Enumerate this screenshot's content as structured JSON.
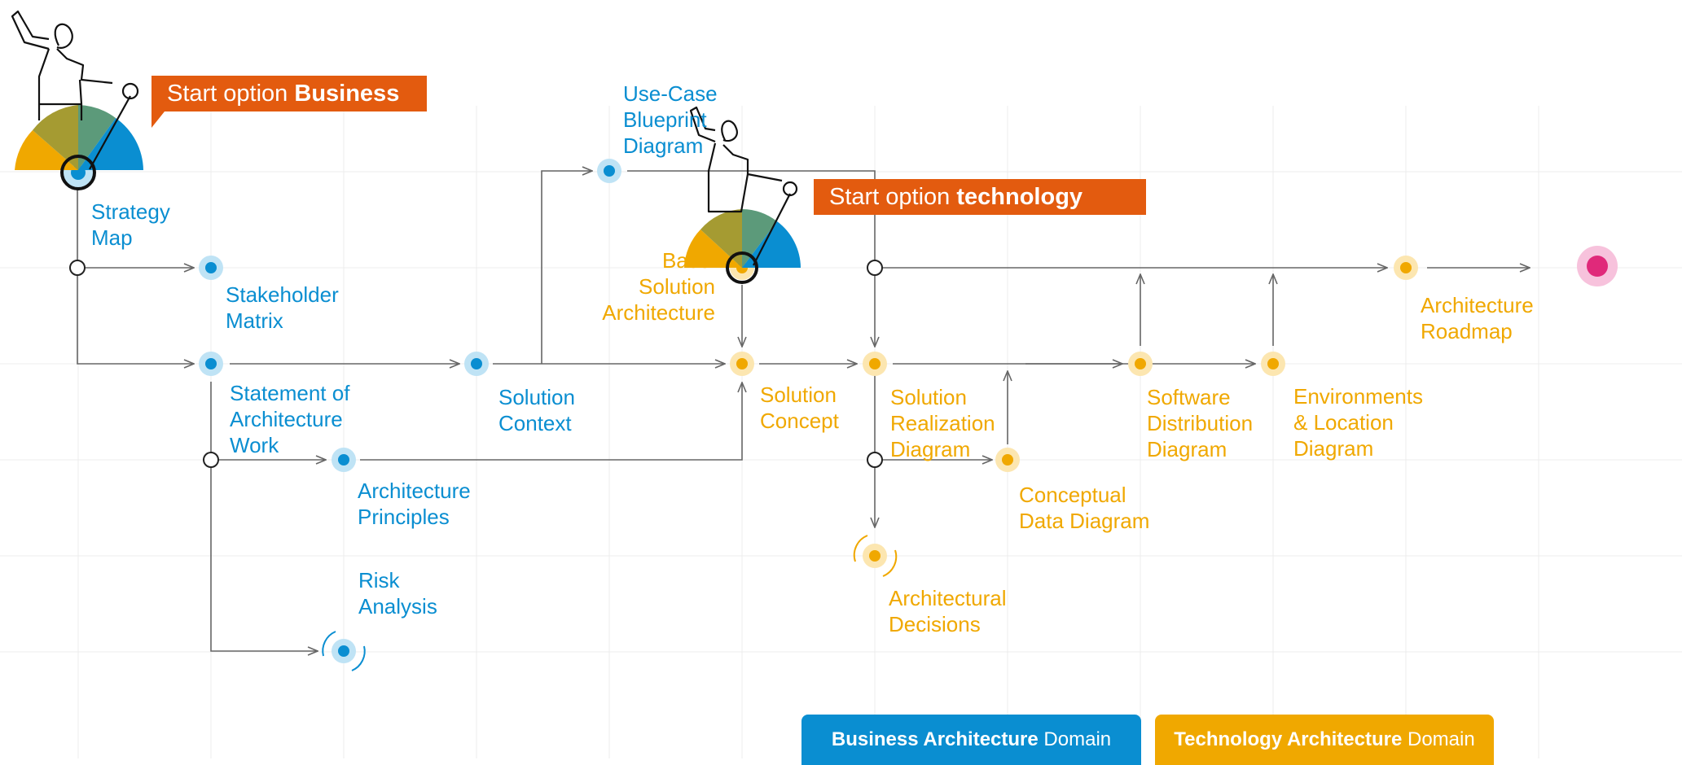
{
  "callouts": {
    "business": {
      "prefix": "Start option ",
      "strong": "Business"
    },
    "technology": {
      "prefix": "Start option ",
      "strong": "technology"
    }
  },
  "nodes": {
    "strategy_map": "Strategy\nMap",
    "stakeholder_matrix": "Stakeholder\nMatrix",
    "statement_of_work": "Statement of\nArchitecture\nWork",
    "solution_context": "Solution\nContext",
    "architecture_principles": "Architecture\nPrinciples",
    "risk_analysis": "Risk\nAnalysis",
    "use_case_blueprint": "Use-Case\nBlueprint\nDiagram",
    "baseline_solution": "Basel\nSolution\nArchitecture",
    "solution_concept": "Solution\nConcept",
    "solution_realization": "Solution\nRealization\nDiagram",
    "conceptual_data": "Conceptual\nData Diagram",
    "architectural_decisions": "Architectural\nDecisions",
    "software_distribution": "Software\nDistribution\nDiagram",
    "environments_location": "Environments\n& Location\nDiagram",
    "architecture_roadmap": "Architecture\nRoadmap"
  },
  "legend": {
    "business": {
      "strong": "Business Architecture",
      "rest": " Domain"
    },
    "technology": {
      "strong": "Technology Architecture",
      "rest": " Domain"
    }
  },
  "colors": {
    "business": "#0a8ed1",
    "technology": "#f0a800",
    "callout": "#e35b0f",
    "end": "#e0297a",
    "line": "#666666"
  }
}
